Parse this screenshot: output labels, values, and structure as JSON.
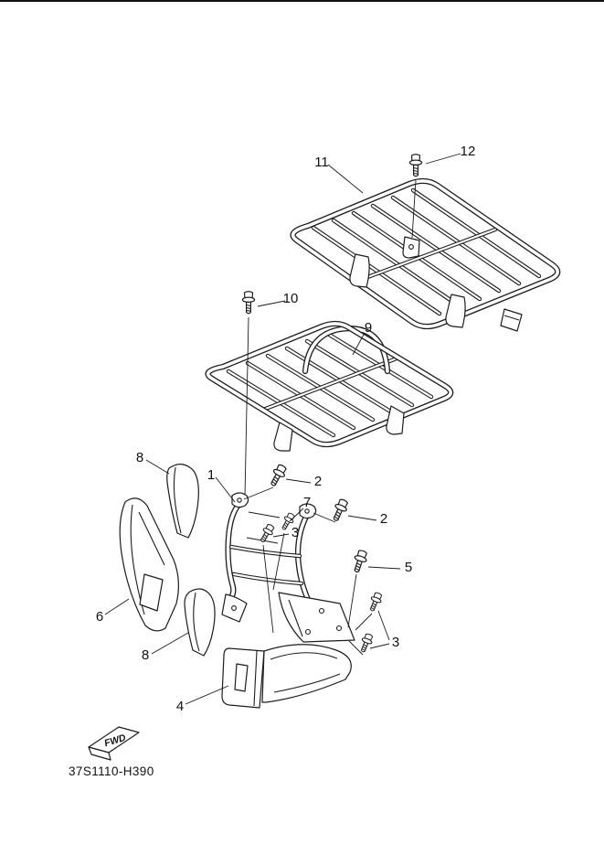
{
  "figure": {
    "part_code": "37S1110-H390",
    "fwd_label": "FWD"
  },
  "callouts": {
    "c11": "11",
    "c12": "12",
    "c10": "10",
    "c9": "9",
    "c8a": "8",
    "c1": "1",
    "c2a": "2",
    "c7": "7",
    "c3a": "3",
    "c2b": "2",
    "c5": "5",
    "c6": "6",
    "c8b": "8",
    "c3b": "3",
    "c4": "4"
  }
}
